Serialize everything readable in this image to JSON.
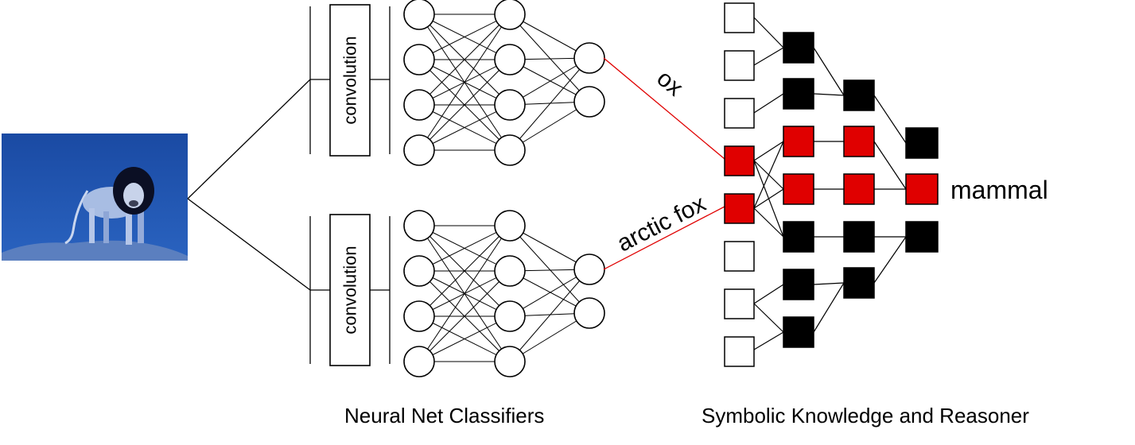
{
  "image": {
    "subject": "lion",
    "background_color": "#1c4fa8"
  },
  "classifiers": {
    "top": {
      "convolution_label": "convolution",
      "output_label": "ox"
    },
    "bottom": {
      "convolution_label": "convolution",
      "output_label": "arctic fox"
    }
  },
  "reasoner": {
    "output_label": "mammal"
  },
  "captions": {
    "neural": "Neural Net Classifiers",
    "symbolic": "Symbolic Knowledge and Reasoner"
  },
  "colors": {
    "highlight": "#e00000",
    "active_link": "#e00000",
    "node_black": "#000000",
    "node_empty": "#ffffff",
    "line": "#000000"
  }
}
